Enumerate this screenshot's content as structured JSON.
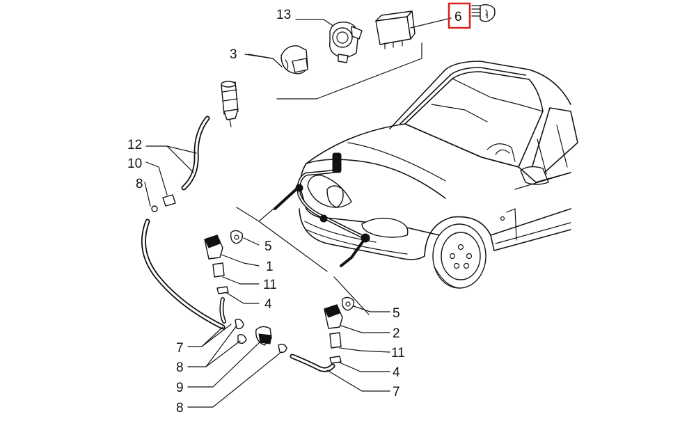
{
  "diagram": {
    "callouts": [
      {
        "id": "c13",
        "text": "13"
      },
      {
        "id": "c6",
        "text": "6"
      },
      {
        "id": "c3",
        "text": "3"
      },
      {
        "id": "c12",
        "text": "12"
      },
      {
        "id": "c10",
        "text": "10"
      },
      {
        "id": "c8a",
        "text": "8"
      },
      {
        "id": "c5a",
        "text": "5"
      },
      {
        "id": "c1",
        "text": "1"
      },
      {
        "id": "c11a",
        "text": "11"
      },
      {
        "id": "c4a",
        "text": "4"
      },
      {
        "id": "c5b",
        "text": "5"
      },
      {
        "id": "c2",
        "text": "2"
      },
      {
        "id": "c11b",
        "text": "11"
      },
      {
        "id": "c4b",
        "text": "4"
      },
      {
        "id": "c7a",
        "text": "7"
      },
      {
        "id": "c7b",
        "text": "7"
      },
      {
        "id": "c8b",
        "text": "8"
      },
      {
        "id": "c9",
        "text": "9"
      },
      {
        "id": "c8c",
        "text": "8"
      }
    ],
    "highlight": {
      "callout": "6",
      "color": "#d42020"
    },
    "symbol": "headlamp-washer-icon"
  }
}
